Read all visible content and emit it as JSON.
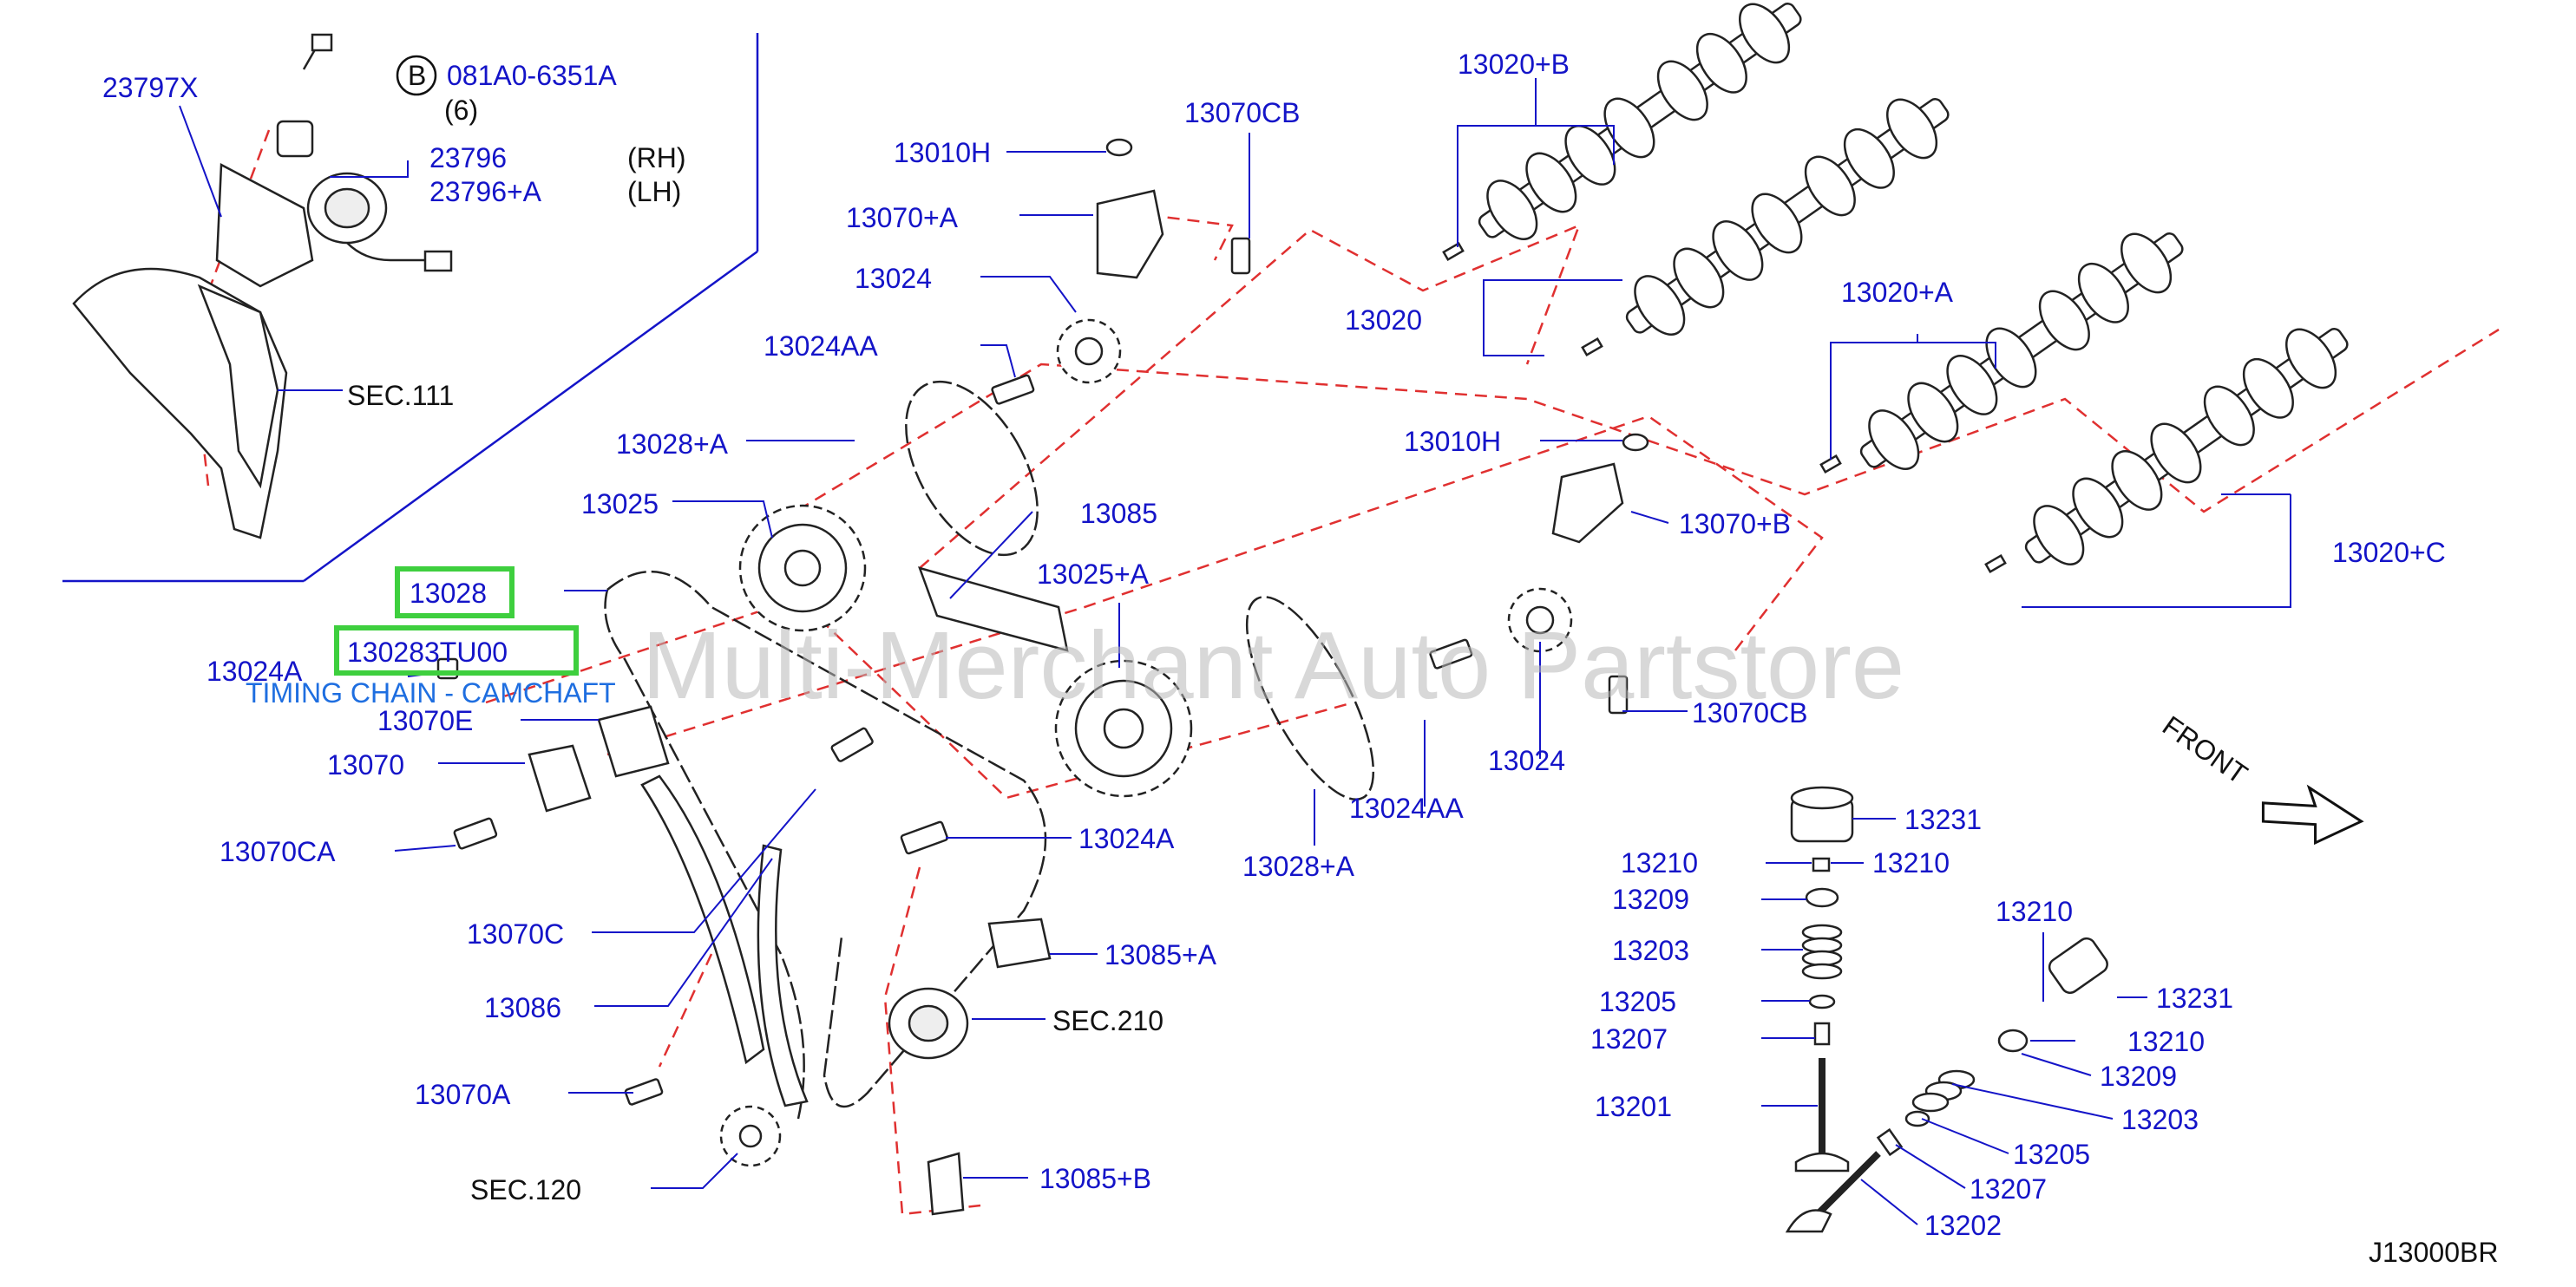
{
  "labels": {
    "l23797x": "23797X",
    "circle_b": "B",
    "l081a0": "081A0-6351A",
    "qty6": "(6)",
    "l23796": "23796",
    "l23796a": "23796+A",
    "rh": "(RH)",
    "lh": "(LH)",
    "sec111": "SEC.111",
    "l13010h_a": "13010H",
    "l13070cb_a": "13070CB",
    "l13070a_plus": "13070+A",
    "l13024_a": "13024",
    "l13024aa_a": "13024AA",
    "l13028a_a": "13028+A",
    "l13025": "13025",
    "l13085": "13085",
    "l13028": "13028",
    "l13025a": "13025+A",
    "l130283_part": "130283TU00",
    "l13024a_left": "13024A",
    "timing_chain": "TIMING CHAIN - CAMCHAFT",
    "l13070e": "13070E",
    "l13070": "13070",
    "l13070ca": "13070CA",
    "l13070c": "13070C",
    "l13086": "13086",
    "l13070a": "13070A",
    "sec120": "SEC.120",
    "l13024a_mid": "13024A",
    "l13085a": "13085+A",
    "sec210": "SEC.210",
    "l13085b": "13085+B",
    "l13020b": "13020+B",
    "l13020": "13020",
    "l13020a": "13020+A",
    "l13010h_b": "13010H",
    "l13070b_plus": "13070+B",
    "l13020c": "13020+C",
    "l13070cb_b": "13070CB",
    "l13024_b": "13024",
    "l13024aa_b": "13024AA",
    "l13028a_b": "13028+A",
    "front": "FRONT",
    "l13231_a": "13231",
    "l13210_a": "13210",
    "l13210_b": "13210",
    "l13209_a": "13209",
    "l13203_a": "13203",
    "l13205_a": "13205",
    "l13207_a": "13207",
    "l13201": "13201",
    "l13210_c": "13210",
    "l13231_b": "13231",
    "l13210_d": "13210",
    "l13209_b": "13209",
    "l13203_b": "13203",
    "l13205_b": "13205",
    "l13207_b": "13207",
    "l13202": "13202",
    "diagram_code": "J13000BR"
  },
  "watermark": "Multi-Merchant Auto Partstore",
  "colors": {
    "label": "#1414c8",
    "highlight": "#3ecf3e",
    "dashed_line": "#e03030",
    "watermark": "#b8b8b8",
    "part_link": "#1e6ee0"
  }
}
